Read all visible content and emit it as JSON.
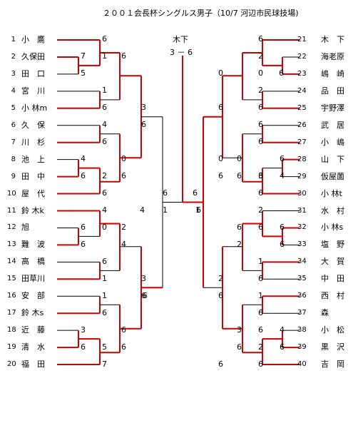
{
  "title": "２００１会長杯シングルス男子（10/7 河辺市民球技場)",
  "final_label": "木下",
  "final_score": "3 － 6",
  "colors": {
    "win": "#cc0000",
    "lose": "#000000"
  },
  "left_players": [
    {
      "num": "1",
      "name": "小　鷹"
    },
    {
      "num": "2",
      "name": "久保田"
    },
    {
      "num": "3",
      "name": "田　口"
    },
    {
      "num": "4",
      "name": "宮　川"
    },
    {
      "num": "5",
      "name": "小 林m"
    },
    {
      "num": "6",
      "name": "久　保"
    },
    {
      "num": "7",
      "name": "川　杉"
    },
    {
      "num": "8",
      "name": "池　上"
    },
    {
      "num": "9",
      "name": "田　中"
    },
    {
      "num": "10",
      "name": "屋　代"
    },
    {
      "num": "11",
      "name": "鈴 木k"
    },
    {
      "num": "12",
      "name": "旭"
    },
    {
      "num": "13",
      "name": "難　波"
    },
    {
      "num": "14",
      "name": "高　橋"
    },
    {
      "num": "15",
      "name": "田草川"
    },
    {
      "num": "16",
      "name": "安　部"
    },
    {
      "num": "17",
      "name": "鈴 木s"
    },
    {
      "num": "18",
      "name": "近　藤"
    },
    {
      "num": "19",
      "name": "清　水"
    },
    {
      "num": "20",
      "name": "福　田"
    }
  ],
  "right_players": [
    {
      "num": "21",
      "name": "木　下"
    },
    {
      "num": "22",
      "name": "海老原"
    },
    {
      "num": "23",
      "name": "嶋　崎"
    },
    {
      "num": "24",
      "name": "品　田"
    },
    {
      "num": "25",
      "name": "宇野澤"
    },
    {
      "num": "26",
      "name": "武　居"
    },
    {
      "num": "27",
      "name": "小　嶋"
    },
    {
      "num": "28",
      "name": "山　下"
    },
    {
      "num": "29",
      "name": "仮屋薗"
    },
    {
      "num": "30",
      "name": "小 林t"
    },
    {
      "num": "31",
      "name": "水　村"
    },
    {
      "num": "32",
      "name": "小 林s"
    },
    {
      "num": "33",
      "name": "塩　野"
    },
    {
      "num": "34",
      "name": "大　賀"
    },
    {
      "num": "35",
      "name": "中　田"
    },
    {
      "num": "36",
      "name": "西　村"
    },
    {
      "num": "37",
      "name": "森"
    },
    {
      "num": "38",
      "name": "小　松"
    },
    {
      "num": "39",
      "name": "黒　沢"
    },
    {
      "num": "40",
      "name": "吉　岡"
    }
  ],
  "scores": [
    "6",
    "7",
    "1",
    "5",
    "6",
    "1",
    "6",
    "4",
    "6",
    "0",
    "4",
    "6",
    "2",
    "6",
    "6",
    "3",
    "6",
    "4",
    "0",
    "6",
    "2",
    "6",
    "4",
    "6",
    "1",
    "3",
    "6",
    "1",
    "6",
    "3",
    "6",
    "5",
    "7",
    "6",
    "6",
    "6",
    "1",
    "4",
    "6",
    "6",
    "2",
    "0",
    "6",
    "0",
    "6",
    "2",
    "6",
    "6",
    "6",
    "0",
    "6",
    "0",
    "6",
    "6",
    "3",
    "4",
    "6",
    "6",
    "2",
    "6",
    "6",
    "2",
    "6",
    "6",
    "1",
    "6",
    "2",
    "6",
    "1",
    "6",
    "3",
    "6",
    "6",
    "2",
    "4",
    "6",
    "6",
    "6",
    "6",
    "6",
    "1"
  ]
}
